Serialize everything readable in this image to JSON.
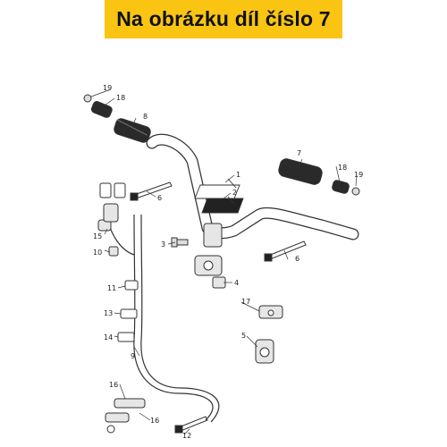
{
  "banner": {
    "text": "Na obrázku díl číslo 7",
    "background": "#f9c512"
  },
  "callouts": [
    "1",
    "2",
    "3",
    "4",
    "5",
    "6",
    "7",
    "8",
    "9",
    "10",
    "11",
    "12",
    "13",
    "14",
    "15",
    "16",
    "17",
    "18",
    "19"
  ],
  "colors": {
    "line": "#333333",
    "grip": "#2a2a2a",
    "part_fill": "#e6e6e6"
  }
}
